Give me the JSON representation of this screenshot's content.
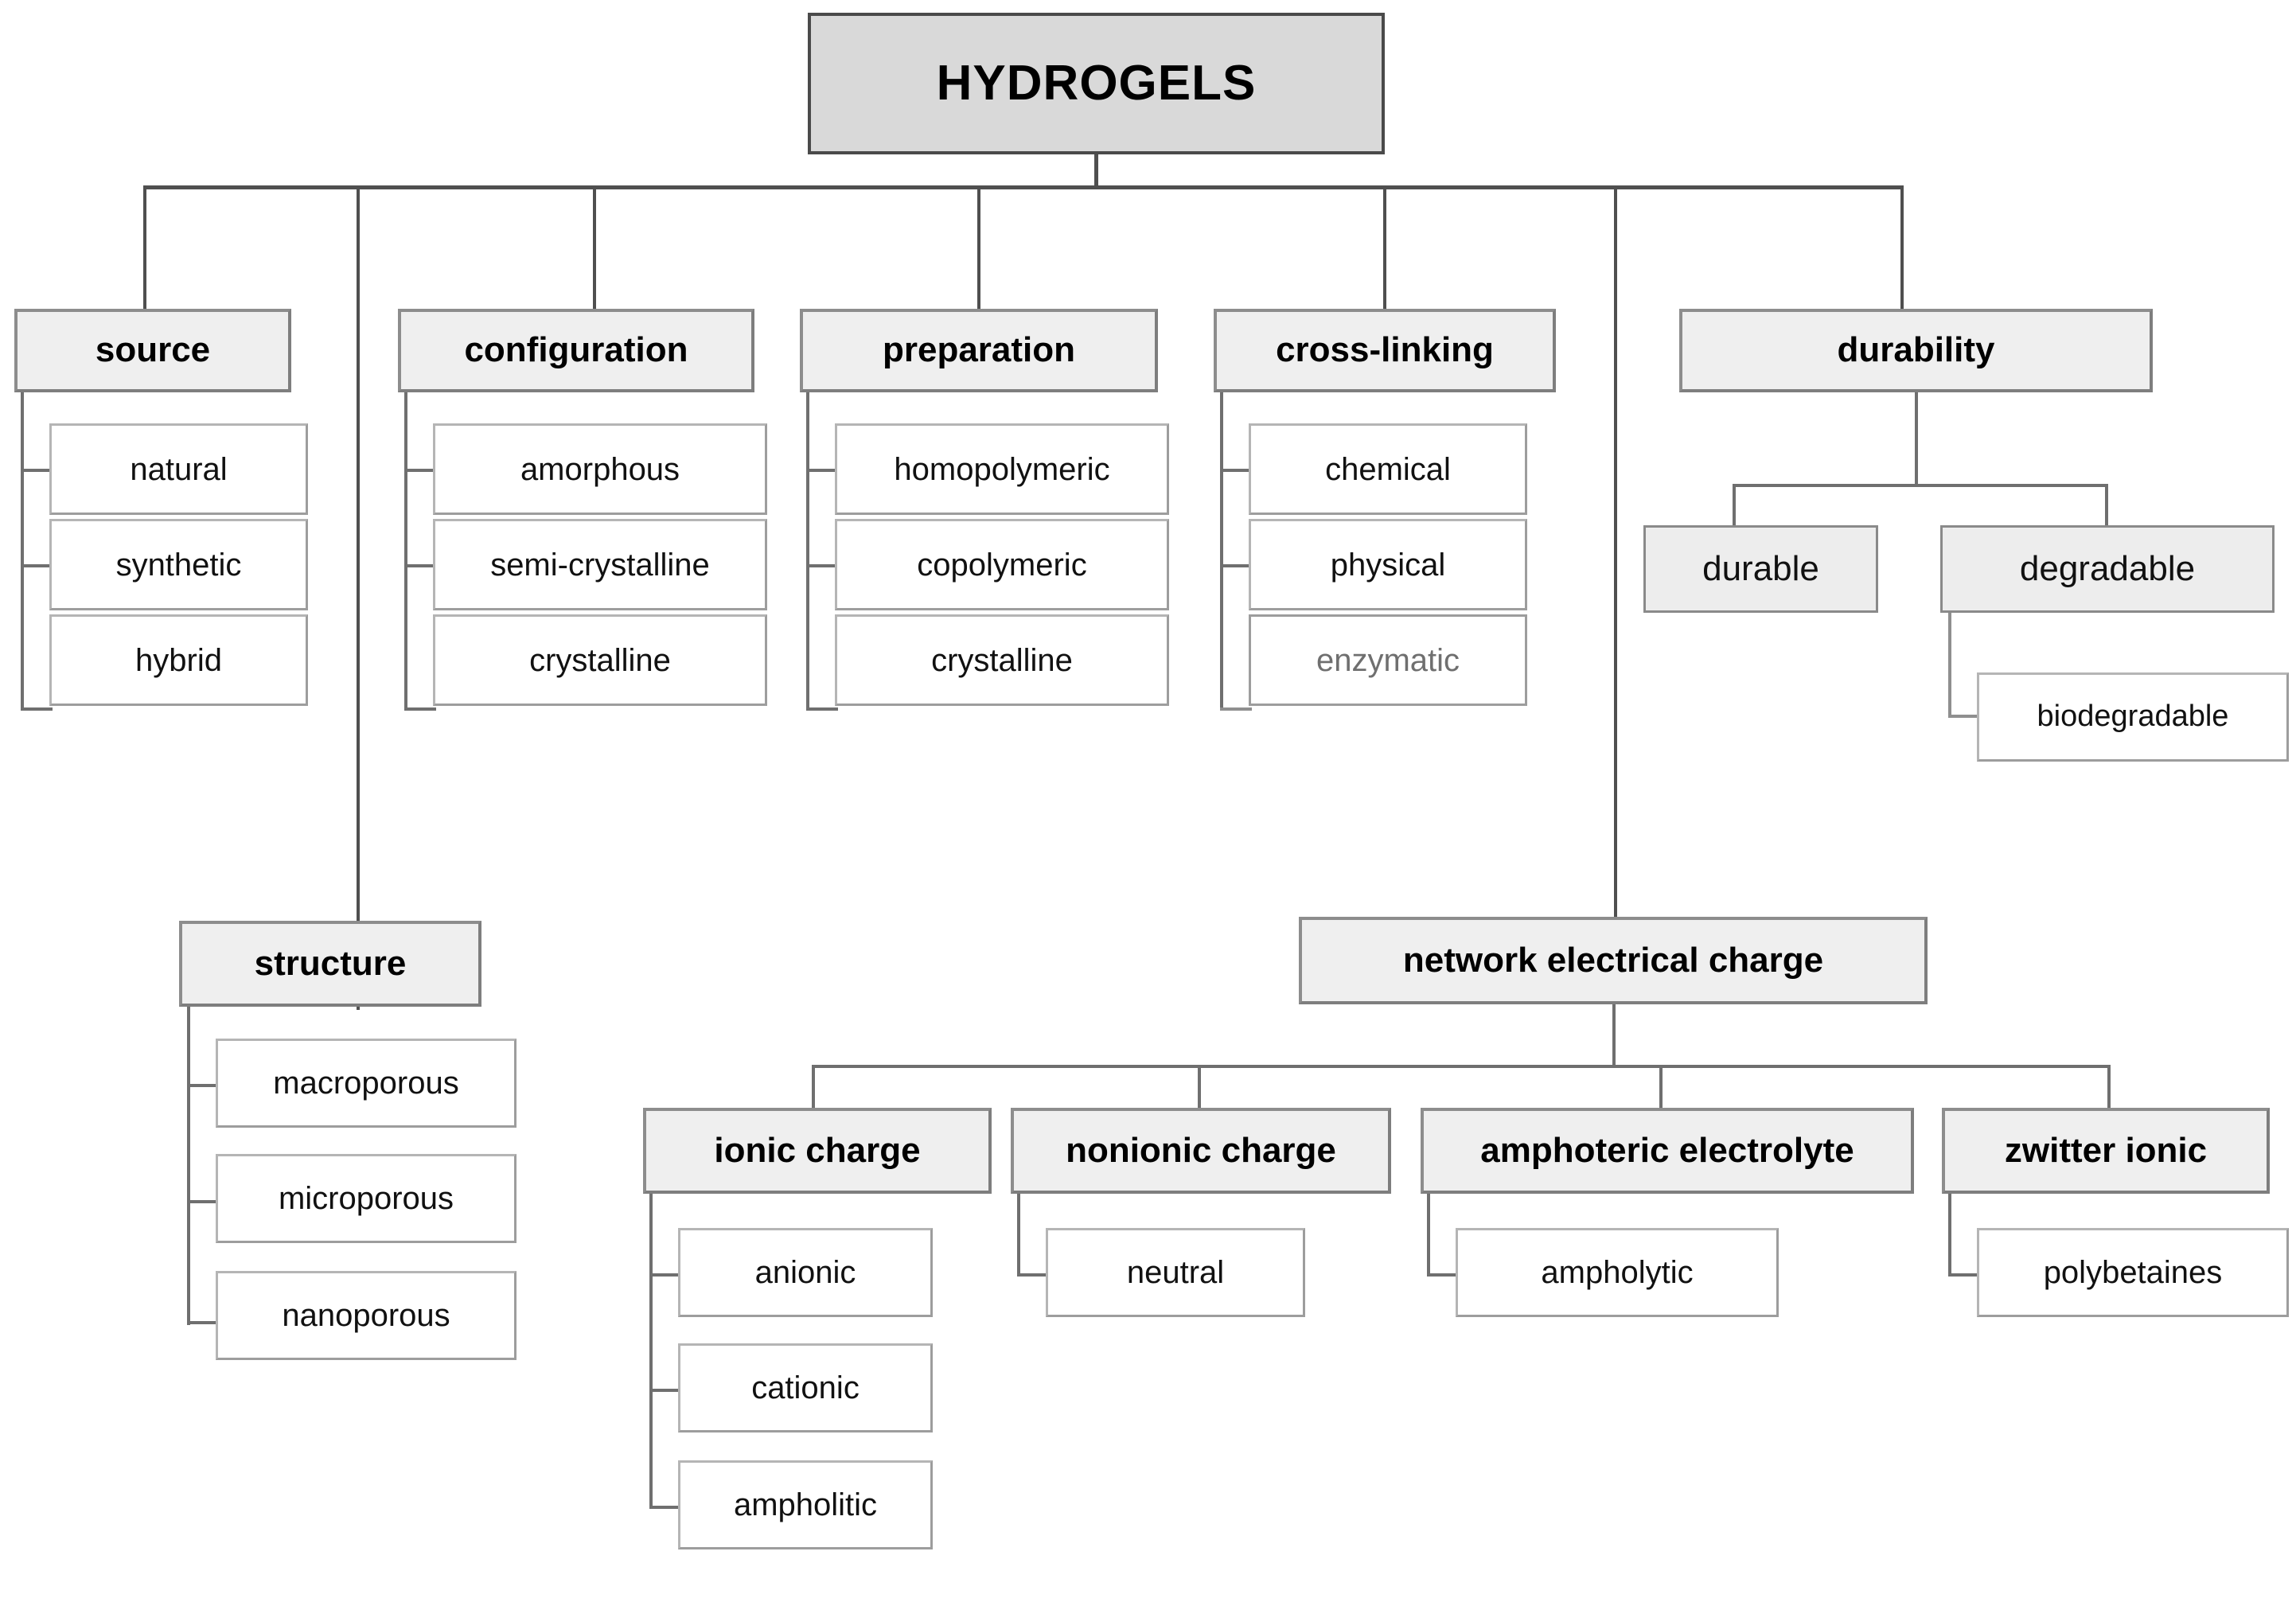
{
  "diagram": {
    "title": "HYDROGELS",
    "type": "hierarchy-tree",
    "root": {
      "label": "HYDROGELS"
    },
    "categories": [
      {
        "key": "source",
        "label": "source",
        "children": [
          {
            "label": "natural"
          },
          {
            "label": "synthetic"
          },
          {
            "label": "hybrid"
          }
        ]
      },
      {
        "key": "configuration",
        "label": "configuration",
        "children": [
          {
            "label": "amorphous"
          },
          {
            "label": "semi-crystalline"
          },
          {
            "label": "crystalline"
          }
        ]
      },
      {
        "key": "preparation",
        "label": "preparation",
        "children": [
          {
            "label": "homopolymeric"
          },
          {
            "label": "copolymeric"
          },
          {
            "label": "crystalline"
          }
        ]
      },
      {
        "key": "cross-linking",
        "label": "cross-linking",
        "children": [
          {
            "label": "chemical"
          },
          {
            "label": "physical"
          },
          {
            "label": "enzymatic"
          }
        ]
      },
      {
        "key": "durability",
        "label": "durability",
        "children": [
          {
            "label": "durable"
          },
          {
            "label": "degradable",
            "children": [
              {
                "label": "biodegradable"
              }
            ]
          }
        ]
      },
      {
        "key": "structure",
        "label": "structure",
        "children": [
          {
            "label": "macroporous"
          },
          {
            "label": "microporous"
          },
          {
            "label": "nanoporous"
          }
        ]
      },
      {
        "key": "network-electrical-charge",
        "label": "network electrical charge",
        "children": [
          {
            "label": "ionic charge",
            "children": [
              {
                "label": "anionic"
              },
              {
                "label": "cationic"
              },
              {
                "label": "ampholitic"
              }
            ]
          },
          {
            "label": "nonionic charge",
            "children": [
              {
                "label": "neutral"
              }
            ]
          },
          {
            "label": "amphoteric electrolyte",
            "children": [
              {
                "label": "ampholytic"
              }
            ]
          },
          {
            "label": "zwitter ionic",
            "children": [
              {
                "label": "polybetaines"
              }
            ]
          }
        ]
      }
    ],
    "colors": {
      "root_fill": "#d9d9d9",
      "category_fill": "#efefef",
      "leaf_fill": "#ffffff",
      "border": "#8a8a8a",
      "root_border": "#4a4a4a",
      "connector": "#4f4f4f",
      "text": "#111111",
      "faded_text": "#6f6f6f"
    }
  }
}
